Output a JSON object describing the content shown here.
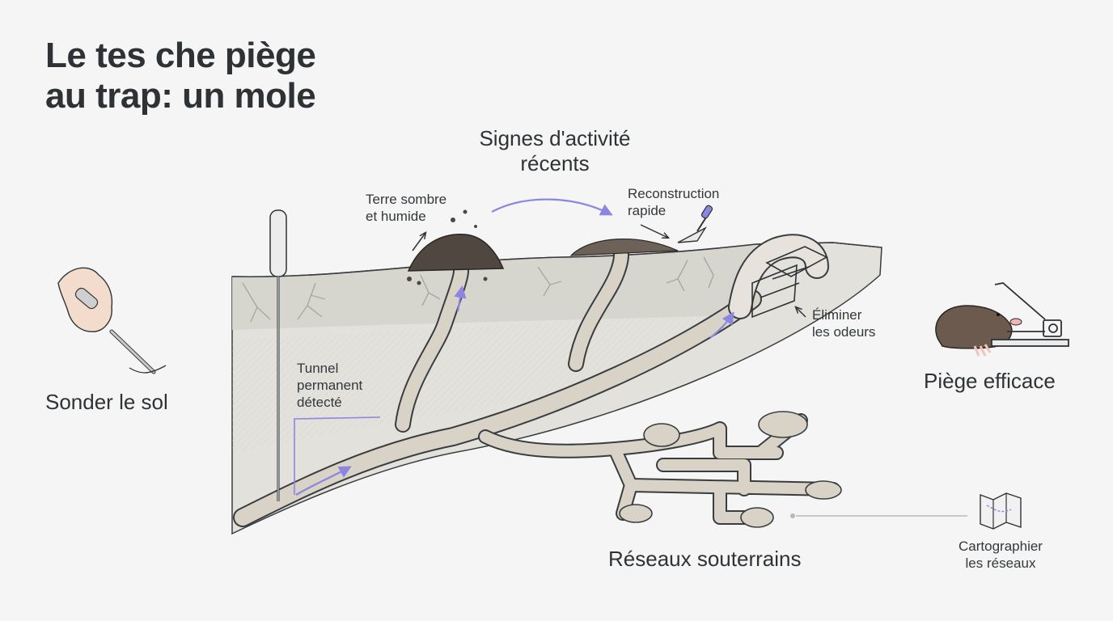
{
  "title": {
    "line1": "Le tes che piège",
    "line2": "au trap: un mole"
  },
  "labels": {
    "activity_heading_line1": "Signes d'activité",
    "activity_heading_line2": "récents",
    "dark_soil_line1": "Terre sombre",
    "dark_soil_line2": "et humide",
    "rebuild_line1": "Reconstruction",
    "rebuild_line2": "rapide",
    "probe_soil": "Sonder le sol",
    "tunnel_line1": "Tunnel",
    "tunnel_line2": "permanent",
    "tunnel_line3": "détecté",
    "remove_odor_line1": "Éliminer",
    "remove_odor_line2": "les odeurs",
    "effective_trap": "Piège efficace",
    "networks": "Réseaux souterrains",
    "map_line1": "Cartographier",
    "map_line2": "les réseaux"
  },
  "colors": {
    "background": "#f4f5f4",
    "soil": "#e0dfda",
    "tunnel": "#d8d2c7",
    "accent": "#8c86e0",
    "dirt": "#4f4740",
    "ink": "#2f3336"
  }
}
